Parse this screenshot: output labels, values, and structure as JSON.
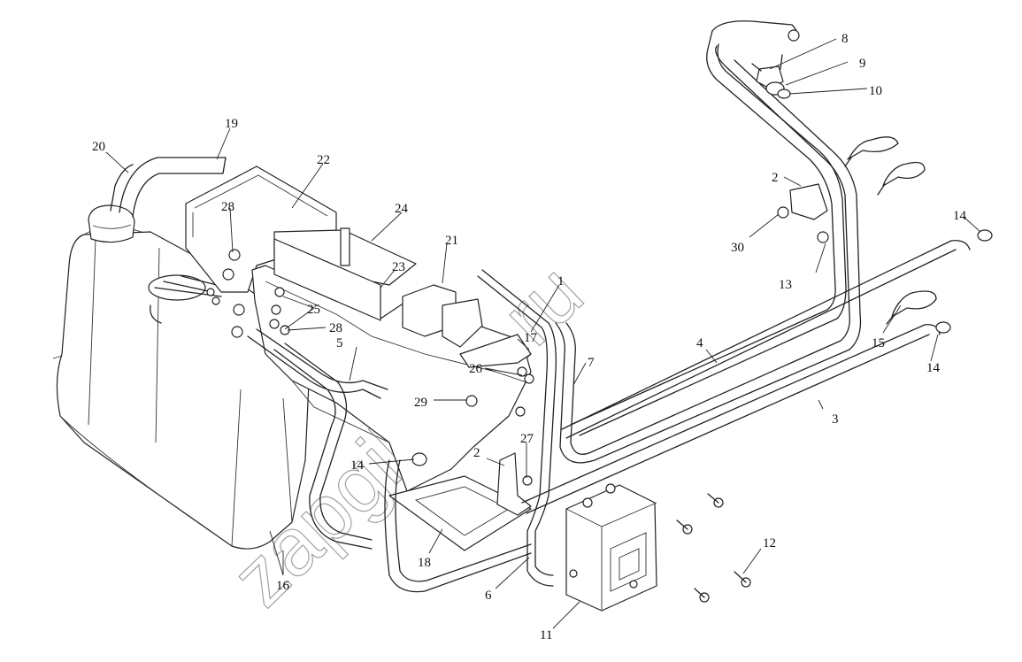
{
  "diagram": {
    "watermark": "zapgibom.ru",
    "callouts": [
      {
        "id": "c1",
        "text": "1"
      },
      {
        "id": "c2a",
        "text": "2"
      },
      {
        "id": "c2b",
        "text": "2"
      },
      {
        "id": "c3",
        "text": "3"
      },
      {
        "id": "c4",
        "text": "4"
      },
      {
        "id": "c5",
        "text": "5"
      },
      {
        "id": "c6",
        "text": "6"
      },
      {
        "id": "c7",
        "text": "7"
      },
      {
        "id": "c8",
        "text": "8"
      },
      {
        "id": "c9",
        "text": "9"
      },
      {
        "id": "c10",
        "text": "10"
      },
      {
        "id": "c11",
        "text": "11"
      },
      {
        "id": "c12",
        "text": "12"
      },
      {
        "id": "c13",
        "text": "13"
      },
      {
        "id": "c14a",
        "text": "14"
      },
      {
        "id": "c14b",
        "text": "14"
      },
      {
        "id": "c14c",
        "text": "14"
      },
      {
        "id": "c15",
        "text": "15"
      },
      {
        "id": "c16",
        "text": "16"
      },
      {
        "id": "c17",
        "text": "17"
      },
      {
        "id": "c18",
        "text": "18"
      },
      {
        "id": "c19",
        "text": "19"
      },
      {
        "id": "c20",
        "text": "20"
      },
      {
        "id": "c21",
        "text": "21"
      },
      {
        "id": "c22",
        "text": "22"
      },
      {
        "id": "c23",
        "text": "23"
      },
      {
        "id": "c24",
        "text": "24"
      },
      {
        "id": "c25",
        "text": "25"
      },
      {
        "id": "c26",
        "text": "26"
      },
      {
        "id": "c27",
        "text": "27"
      },
      {
        "id": "c28a",
        "text": "28"
      },
      {
        "id": "c28b",
        "text": "28"
      },
      {
        "id": "c29",
        "text": "29"
      },
      {
        "id": "c30",
        "text": "30"
      }
    ]
  }
}
